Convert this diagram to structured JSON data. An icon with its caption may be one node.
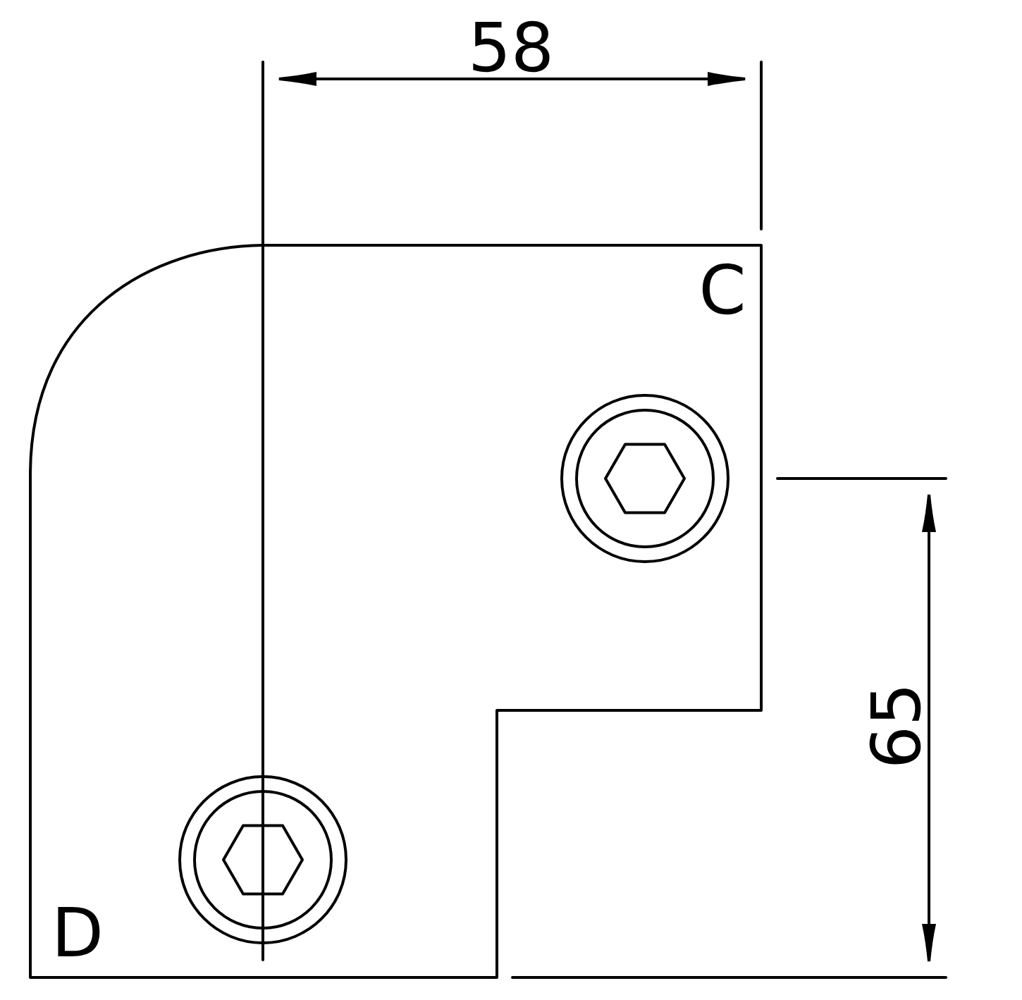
{
  "diagram": {
    "labels": [
      "58",
      "C",
      "65",
      "D"
    ]
  }
}
